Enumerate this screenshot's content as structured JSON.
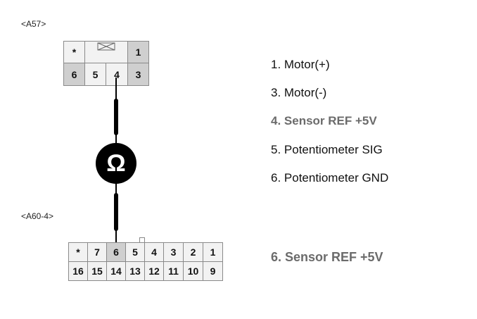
{
  "connectors": {
    "top": {
      "label": "<A57>",
      "row1": [
        {
          "text": "*",
          "dark": false
        },
        {
          "text": "",
          "dark": false,
          "icon": "lock-tab-icon"
        },
        {
          "text": "1",
          "dark": true
        }
      ],
      "row2": [
        {
          "text": "6",
          "dark": true
        },
        {
          "text": "5",
          "dark": false
        },
        {
          "text": "4",
          "dark": false
        },
        {
          "text": "3",
          "dark": true
        }
      ]
    },
    "bottom": {
      "label": "<A60-4>",
      "row1": [
        {
          "text": "*",
          "dark": false
        },
        {
          "text": "7",
          "dark": false
        },
        {
          "text": "6",
          "dark": true
        },
        {
          "text": "5",
          "dark": false
        },
        {
          "text": "4",
          "dark": false
        },
        {
          "text": "3",
          "dark": false
        },
        {
          "text": "2",
          "dark": false
        },
        {
          "text": "1",
          "dark": false
        }
      ],
      "row2": [
        {
          "text": "16",
          "dark": false
        },
        {
          "text": "15",
          "dark": false
        },
        {
          "text": "14",
          "dark": false
        },
        {
          "text": "13",
          "dark": false
        },
        {
          "text": "12",
          "dark": false
        },
        {
          "text": "11",
          "dark": false
        },
        {
          "text": "10",
          "dark": false
        },
        {
          "text": "9",
          "dark": false
        }
      ]
    }
  },
  "meter_symbol": "Ω",
  "pin_legend": [
    {
      "text": "1. Motor(+)",
      "highlight": false
    },
    {
      "text": "3. Motor(-)",
      "highlight": false
    },
    {
      "text": "4. Sensor REF +5V",
      "highlight": true
    },
    {
      "text": "5. Potentiometer SIG",
      "highlight": false
    },
    {
      "text": "6. Potentiometer GND",
      "highlight": false
    }
  ],
  "bottom_pin_caption": "6. Sensor REF +5V"
}
